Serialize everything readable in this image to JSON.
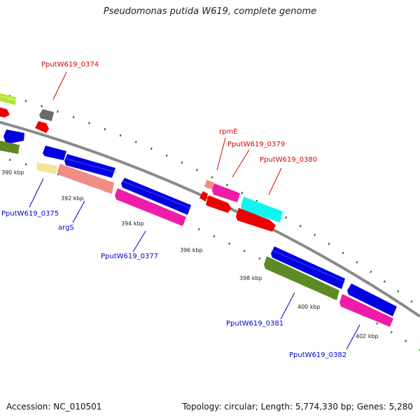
{
  "title": "Pseudomonas putida W619, complete genome",
  "footer": {
    "accession": "Accession: NC_010501",
    "summary": "Topology: circular; Length: 5,774,330 bp; Genes: 5,280"
  },
  "scale_labels": [
    "390 kbp",
    "392 kbp",
    "394 kbp",
    "396 kbp",
    "398 kbp",
    "400 kbp",
    "402 kbp"
  ],
  "gene_labels": {
    "outer": [
      "PputW619_0374",
      "rpmE",
      "PputW619_0379",
      "PputW619_0380"
    ],
    "inner": [
      "PputW619_0375",
      "argS",
      "PputW619_0377",
      "PputW619_0381",
      "PputW619_0382"
    ]
  },
  "colors": {
    "outer_label": "#dd0000",
    "inner_label": "#0000cc",
    "backbone": "#8a8a8a",
    "tick": "#1f7a1f",
    "red": "#ee0000",
    "blue": "#0000e0",
    "magenta": "#ee1ca8",
    "salmon": "#f28c86",
    "olive": "#5e8a24",
    "cyan": "#11f4f4",
    "khaki": "#f1e59a",
    "grey": "#6b6b6b",
    "lime": "#aee82f"
  }
}
